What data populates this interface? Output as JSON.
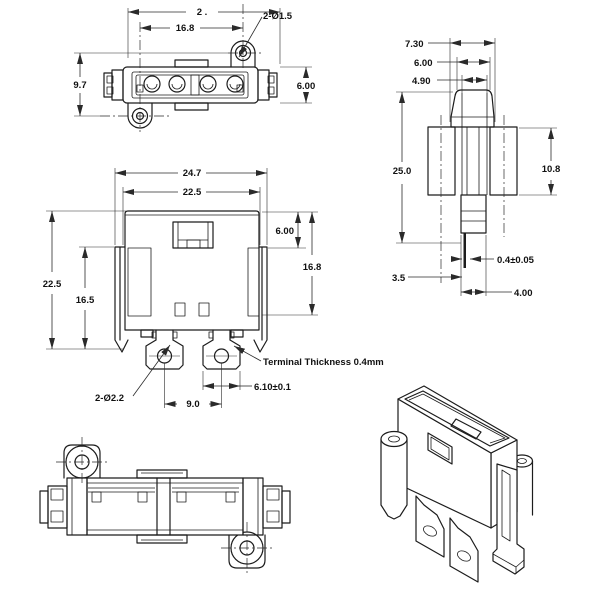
{
  "drawing": {
    "background": "#ffffff",
    "line_color": "#1c1c1c",
    "views": {
      "top": {
        "dims": {
          "overall_width": "2 .",
          "mount_hole_span": "16.8",
          "mount_hole_callout": "2-Ø1.5",
          "overall_depth": "9.7",
          "body_depth": "6.00"
        }
      },
      "front": {
        "dims": {
          "overall_width": "24.7",
          "body_width": "22.5",
          "overall_height": "22.5",
          "wing_height": "16.5",
          "cavity_top_offset": "6.00",
          "cavity_height": "16.8",
          "terminal_hole_callout": "2-Ø2.2",
          "terminal_pitch": "9.0",
          "terminal_width": "6.10±0.1",
          "terminal_note": "Terminal Thickness 0.4mm"
        }
      },
      "side": {
        "dims": {
          "cap_width_outer": "7.30",
          "cap_width_mid": "6.00",
          "slot_width": "4.90",
          "overall_height": "25.0",
          "boss_height": "10.8",
          "terminal_thickness": "0.4±0.05",
          "pin_offset": "3.5",
          "foot_width": "4.00"
        }
      }
    }
  }
}
